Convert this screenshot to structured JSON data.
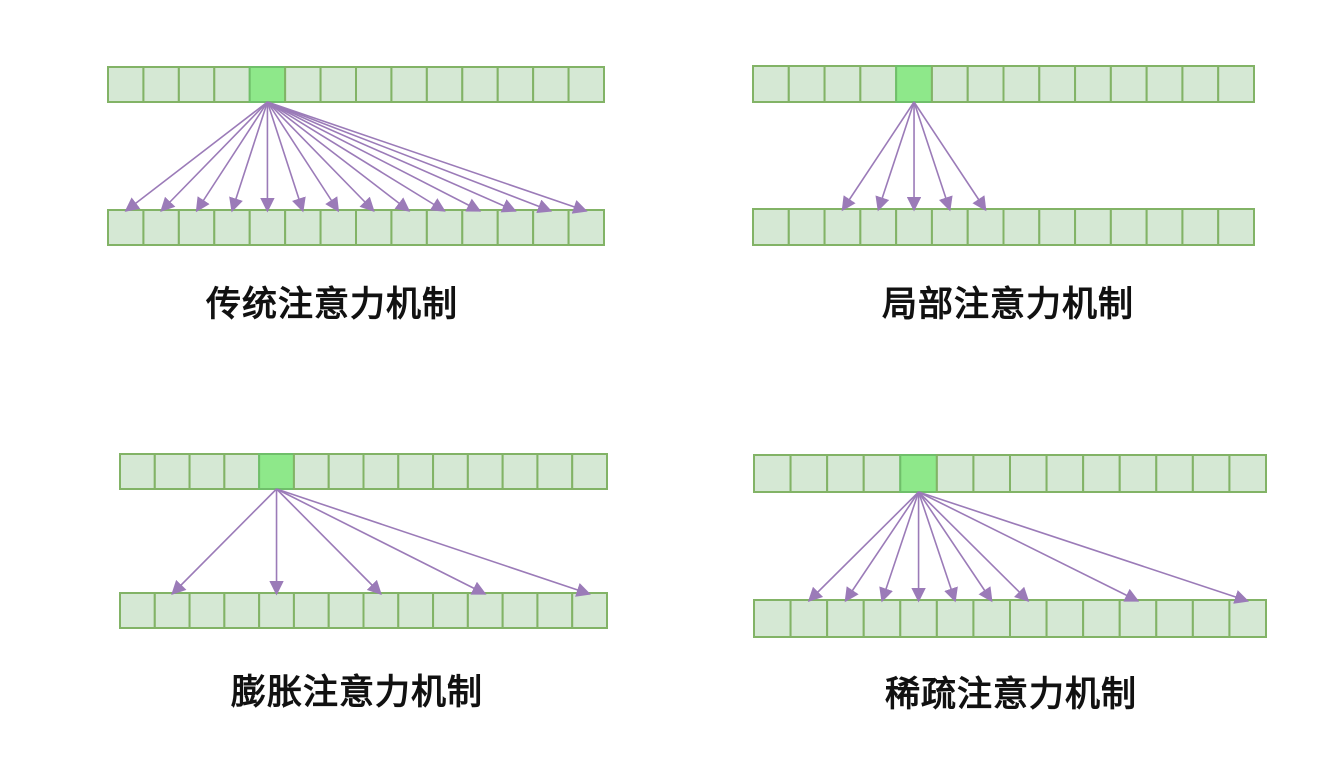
{
  "accent_colors": {
    "cell_fill": "#d5e8d4",
    "cell_border": "#82b366",
    "active_cell_fill": "#8ee88a",
    "arrow": "#9b7bb8"
  },
  "panels": [
    {
      "id": "traditional",
      "caption": "传统注意力机制",
      "cells": 14,
      "query_index": 4,
      "targets": [
        0,
        1,
        2,
        3,
        4,
        5,
        6,
        7,
        8,
        9,
        10,
        11,
        12,
        13
      ]
    },
    {
      "id": "local",
      "caption": "局部注意力机制",
      "cells": 14,
      "query_index": 4,
      "targets": [
        2,
        3,
        4,
        5,
        6
      ]
    },
    {
      "id": "dilated",
      "caption": "膨胀注意力机制",
      "cells": 14,
      "query_index": 4,
      "targets": [
        1,
        4,
        7,
        10,
        13
      ]
    },
    {
      "id": "sparse",
      "caption": "稀疏注意力机制",
      "cells": 14,
      "query_index": 4,
      "targets": [
        1,
        2,
        3,
        4,
        5,
        6,
        7,
        10,
        13
      ]
    }
  ]
}
